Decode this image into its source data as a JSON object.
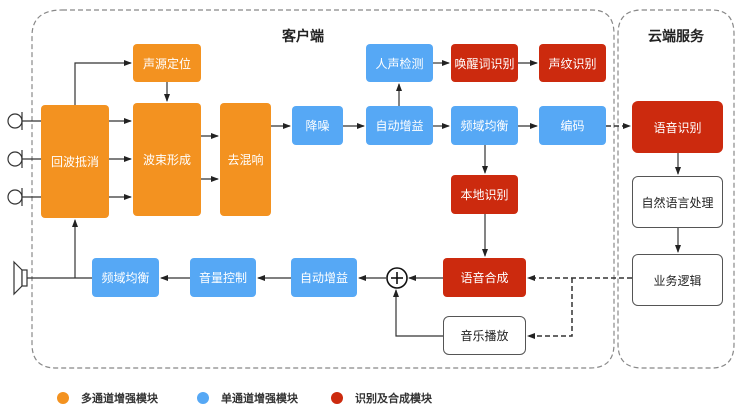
{
  "titles": {
    "client": "客户端",
    "cloud": "云端服务"
  },
  "colors": {
    "multi_channel": "#f39220",
    "single_channel": "#56a8f5",
    "recognition": "#cc2a0e",
    "plain": "#ffffff",
    "line": "#333333"
  },
  "blocks": {
    "sound_source_localization": "声源定位",
    "echo_cancellation": "回波抵消",
    "beamforming": "波束形成",
    "dereverberation": "去混响",
    "noise_reduction": "降噪",
    "agc_top": "自动增益",
    "voice_activity_detection": "人声检测",
    "wake_word_recognition": "唤醒词识别",
    "voiceprint_recognition": "声纹识别",
    "eq_top": "频域均衡",
    "encoding": "编码",
    "local_recognition": "本地识别",
    "speech_recognition": "语音识别",
    "nlp": "自然语言处理",
    "business_logic": "业务逻辑",
    "speech_synthesis": "语音合成",
    "music_playback": "音乐播放",
    "agc_bottom": "自动增益",
    "volume_control": "音量控制",
    "eq_bottom": "频域均衡"
  },
  "legend": [
    {
      "label": "多通道增强模块",
      "color": "#f39220"
    },
    {
      "label": "单通道增强模块",
      "color": "#56a8f5"
    },
    {
      "label": "识别及合成模块",
      "color": "#cc2a0e"
    }
  ]
}
